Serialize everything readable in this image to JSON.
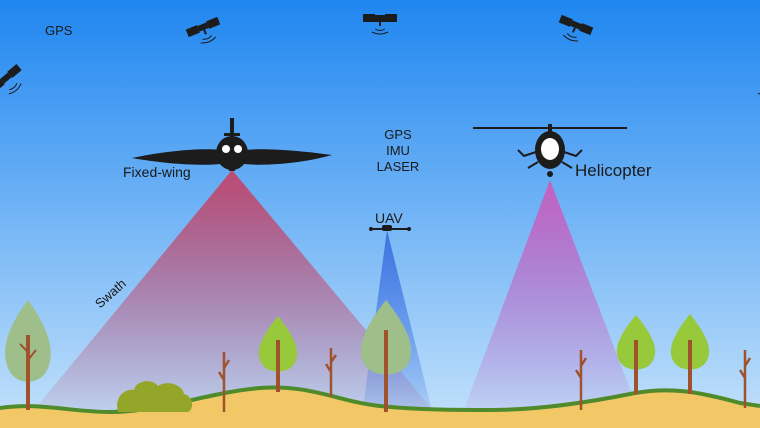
{
  "labels": {
    "gps_corner": "GPS",
    "fixed_wing": "Fixed-wing",
    "sensors": [
      "GPS",
      "IMU",
      "LASER"
    ],
    "uav": "UAV",
    "helicopter": "Helicopter",
    "swath": "Swath"
  },
  "colors": {
    "sky_top": "#1f86f0",
    "sky_bottom": "#bfe0fb",
    "ground": "#f2c866",
    "grass": "#4f8a2b",
    "fixed_wing_beam": "#c2456a",
    "uav_beam": "#3b6fe0",
    "helicopter_beam": "#c65fbf",
    "aircraft": "#1c1c1c",
    "trunk": "#a0522d",
    "tree_green": "#97c93a",
    "tree_sage": "#9fbf8a"
  },
  "icons": [
    "satellite-icon",
    "fixed-wing-aircraft-icon",
    "helicopter-icon",
    "uav-drone-icon",
    "tree-icon",
    "bush-icon"
  ]
}
